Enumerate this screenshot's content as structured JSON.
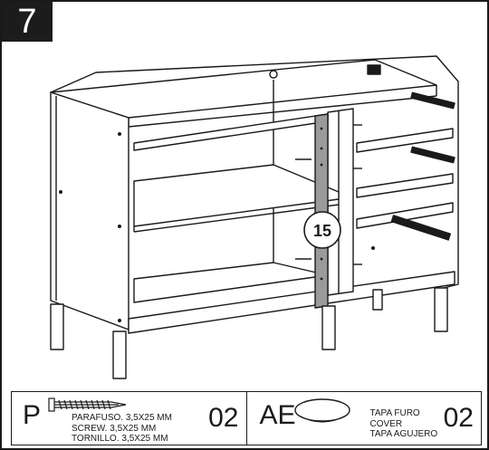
{
  "step": {
    "number": "7"
  },
  "drawing": {
    "callout": "15"
  },
  "parts": [
    {
      "code": "P",
      "icon": "screw-icon",
      "lines": [
        "PARAFUSO. 3,5X25 MM",
        "SCREW. 3,5X25 MM",
        "TORNILLO. 3,5X25 MM"
      ],
      "quantity": "02"
    },
    {
      "code": "AE",
      "icon": "hole-cover-cap-icon",
      "lines": [
        "TAPA FURO",
        "COVER",
        "TAPA AGUJERO"
      ],
      "quantity": "02"
    }
  ]
}
